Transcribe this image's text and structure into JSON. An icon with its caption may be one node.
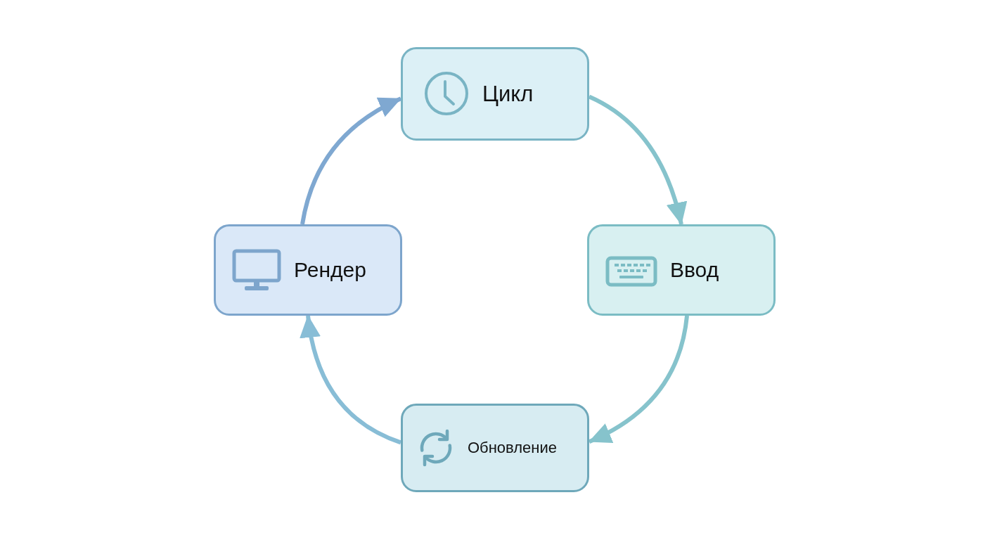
{
  "diagram": {
    "nodes": [
      {
        "text": [
          "Цикл"
        ]
      },
      {
        "text": [
          "Ввод"
        ]
      },
      {
        "text": [
          "Обновление"
        ]
      },
      {
        "text": [
          "Рендер"
        ]
      }
    ],
    "edges": [
      {
        "from": 0,
        "to": 1,
        "arrow": "to"
      },
      {
        "from": 1,
        "to": 2,
        "arrow": "to"
      },
      {
        "from": 2,
        "to": 3,
        "arrow": "to",
        "color": "#88bdd6"
      },
      {
        "from": 3,
        "to": 0,
        "arrow": "to",
        "color": "#7fa8d1"
      }
    ]
  }
}
